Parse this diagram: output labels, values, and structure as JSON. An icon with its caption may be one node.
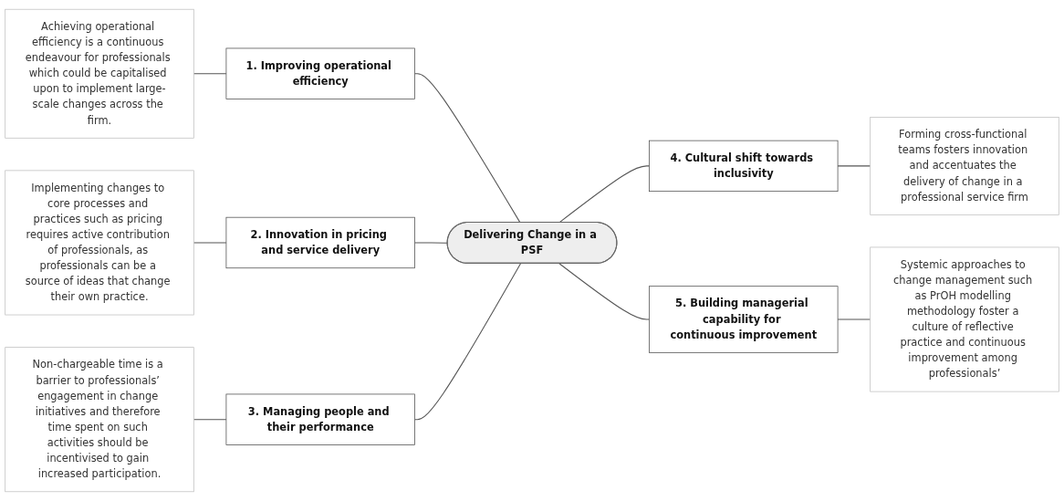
{
  "diagram": {
    "nodes": [
      {
        "text": [
          "Delivering Change in a PSF"
        ]
      },
      {
        "text": [
          "1. Improving operational efficiency"
        ]
      },
      {
        "text": [
          "Achieving operational efficiency is a continuous endeavour for professionals which could be capitalised upon to implement large-scale changes across the firm."
        ]
      },
      {
        "text": [
          "2. Innovation in pricing and service delivery"
        ]
      },
      {
        "text": [
          "Implementing changes to core processes and practices such as pricing requires active contribution of professionals, as professionals can be a source of ideas that change their own practice."
        ]
      },
      {
        "text": [
          "3. Managing people and their performance"
        ]
      },
      {
        "text": [
          "Non-chargeable time is a barrier to professionals’ engagement in change initiatives and therefore time spent on such activities should be incentivised to gain increased participation."
        ]
      },
      {
        "text": [
          "4. Cultural shift towards inclusivity"
        ]
      },
      {
        "text": [
          "Forming cross-functional teams fosters innovation and accentuates the delivery of change in a professional service firm"
        ]
      },
      {
        "text": [
          "5. Building managerial capability for continuous improvement"
        ]
      },
      {
        "text": [
          "Systemic approaches to change management such as PrOH modelling methodology foster a culture of reflective practice and continuous improvement among professionals’"
        ]
      }
    ],
    "edges": [
      {
        "from": 2,
        "to": 1,
        "arrow": "none"
      },
      {
        "from": 1,
        "to": 0,
        "arrow": "none"
      },
      {
        "from": 4,
        "to": 3,
        "arrow": "none"
      },
      {
        "from": 3,
        "to": 0,
        "arrow": "none"
      },
      {
        "from": 6,
        "to": 5,
        "arrow": "none"
      },
      {
        "from": 5,
        "to": 0,
        "arrow": "none"
      },
      {
        "from": 0,
        "to": 7,
        "arrow": "none"
      },
      {
        "from": 7,
        "to": 8,
        "arrow": "none"
      },
      {
        "from": 0,
        "to": 9,
        "arrow": "none"
      },
      {
        "from": 9,
        "to": 10,
        "arrow": "none"
      }
    ]
  }
}
